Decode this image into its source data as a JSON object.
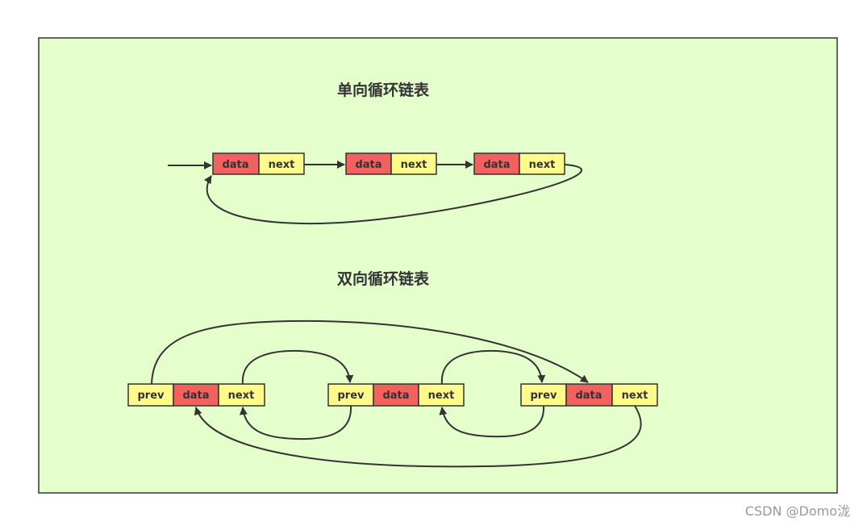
{
  "colors": {
    "panel_bg": "#e5ffcc",
    "data_cell": "#f2615e",
    "pointer_cell": "#fffa8a",
    "stroke": "#333333"
  },
  "singly": {
    "title": "单向循环链表",
    "nodes": [
      {
        "cells": [
          "data",
          "next"
        ]
      },
      {
        "cells": [
          "data",
          "next"
        ]
      },
      {
        "cells": [
          "data",
          "next"
        ]
      }
    ]
  },
  "doubly": {
    "title": "双向循环链表",
    "nodes": [
      {
        "cells": [
          "prev",
          "data",
          "next"
        ]
      },
      {
        "cells": [
          "prev",
          "data",
          "next"
        ]
      },
      {
        "cells": [
          "prev",
          "data",
          "next"
        ]
      }
    ]
  },
  "watermark": "CSDN @Domo泷"
}
